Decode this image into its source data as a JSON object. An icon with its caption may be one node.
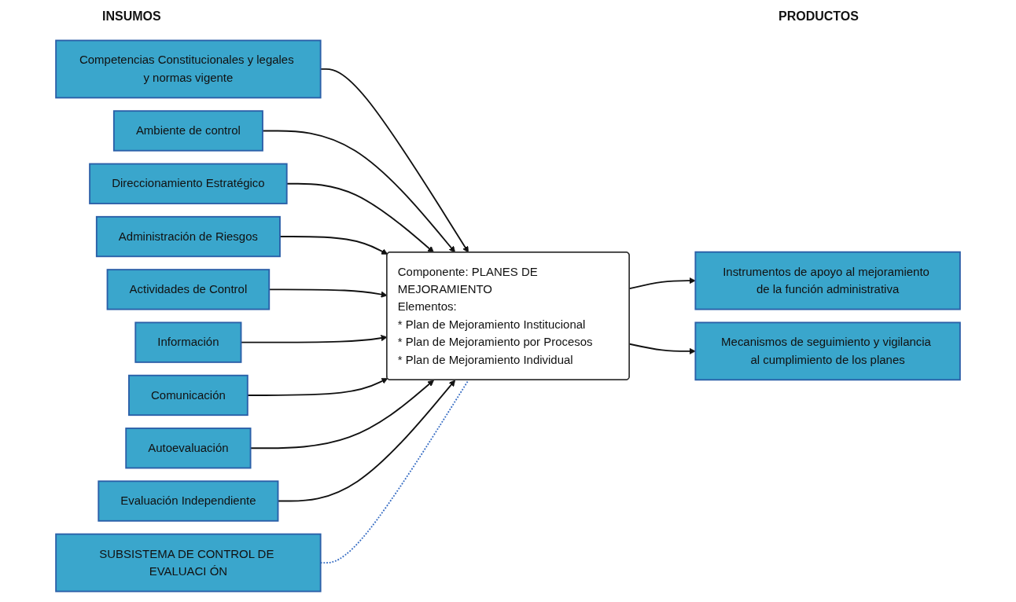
{
  "diagram": {
    "nodes": [
      {
        "text": [
          "Competencias Constitucionales y legales y normas vigente"
        ]
      },
      {
        "text": [
          "Ambiente de control"
        ]
      },
      {
        "text": [
          "Direccionamiento Estratégico"
        ]
      },
      {
        "text": [
          "Administración de Riesgos"
        ]
      },
      {
        "text": [
          "Actividades de Control"
        ]
      },
      {
        "text": [
          "Información"
        ]
      },
      {
        "text": [
          "Comunicación"
        ]
      },
      {
        "text": [
          "Autoevaluación"
        ]
      },
      {
        "text": [
          "Evaluación Independiente"
        ]
      },
      {
        "text": [
          "SUBSISTEMA DE CONTROL DE EVALUACI ÓN"
        ]
      },
      {
        "text": [
          "Componente: PLANES DE MEJORAMIENTO",
          "Elementos:",
          "* Plan de Mejoramiento Institucional",
          "* Plan de Mejoramiento por Procesos",
          "* Plan de Mejoramiento Individual"
        ]
      },
      {
        "text": [
          "Instrumentos de apoyo al mejoramiento de la función administrativa"
        ]
      },
      {
        "text": [
          "Mecanismos de seguimiento y vigilancia al cumplimiento de los planes"
        ]
      }
    ],
    "edges": [
      {
        "from": 0,
        "to": 10,
        "arrow": "to"
      },
      {
        "from": 1,
        "to": 10,
        "arrow": "to"
      },
      {
        "from": 2,
        "to": 10,
        "arrow": "to"
      },
      {
        "from": 3,
        "to": 10,
        "arrow": "to"
      },
      {
        "from": 4,
        "to": 10,
        "arrow": "to"
      },
      {
        "from": 5,
        "to": 10,
        "arrow": "to"
      },
      {
        "from": 6,
        "to": 10,
        "arrow": "to"
      },
      {
        "from": 7,
        "to": 10,
        "arrow": "to"
      },
      {
        "from": 8,
        "to": 10,
        "arrow": "to"
      },
      {
        "from": 9,
        "to": 10,
        "arrow": "none",
        "style": "dashed",
        "color": "#3a6fc4"
      },
      {
        "from": 10,
        "to": 11,
        "arrow": "to"
      },
      {
        "from": 10,
        "to": 12,
        "arrow": "to"
      }
    ],
    "labels": [
      "INSUMOS",
      "PRODUCTOS"
    ]
  }
}
